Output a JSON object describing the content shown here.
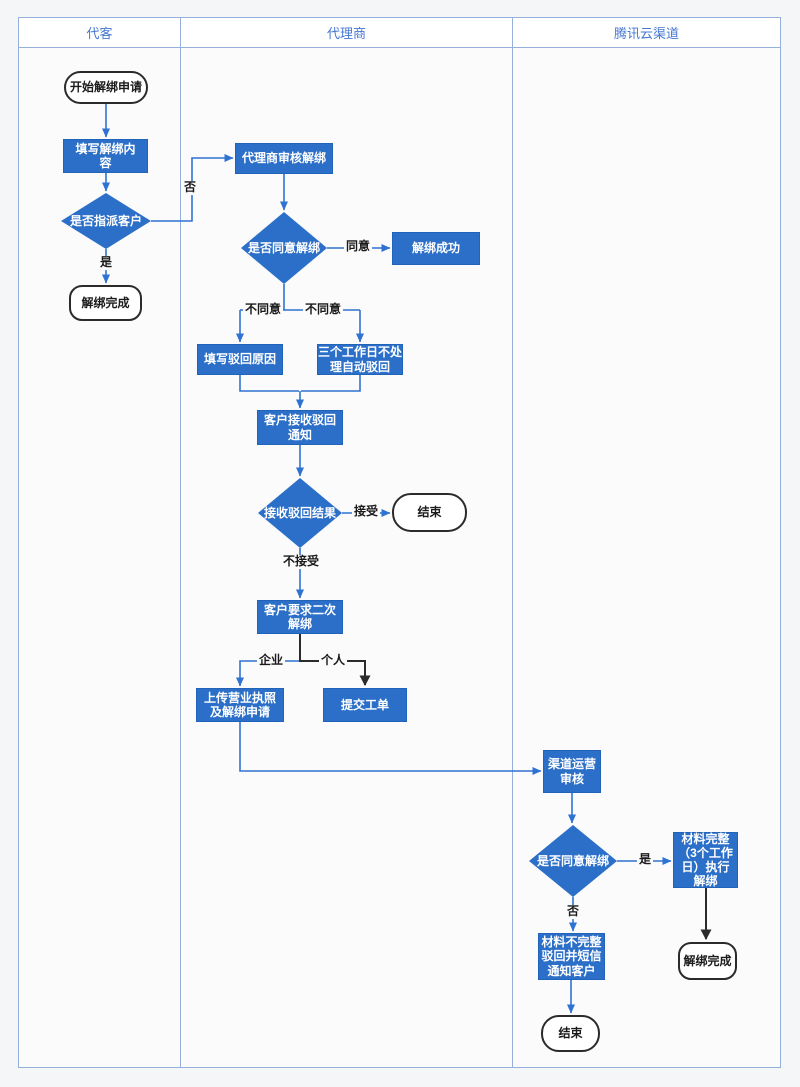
{
  "lanes": [
    {
      "title": "代客"
    },
    {
      "title": "代理商"
    },
    {
      "title": "腾讯云渠道"
    }
  ],
  "nodes": {
    "start": {
      "label": "开始解绑申请",
      "type": "terminator"
    },
    "fill_content": {
      "label": "填写解绑内\n容",
      "type": "process"
    },
    "assign_customer": {
      "label": "是否指派客户",
      "type": "decision"
    },
    "unbind_complete_1": {
      "label": "解绑完成",
      "type": "terminator"
    },
    "agent_review": {
      "label": "代理商审核解绑",
      "type": "process"
    },
    "agree_decision_agent": {
      "label": "是否同意解绑",
      "type": "decision"
    },
    "unbind_success": {
      "label": "解绑成功",
      "type": "process"
    },
    "fill_reject_reason": {
      "label": "填写驳回原因",
      "type": "process"
    },
    "auto_reject": {
      "label": "三个工作日不处\n理自动驳回",
      "type": "process"
    },
    "receive_notice": {
      "label": "客户接收驳回\n通知",
      "type": "process"
    },
    "receive_result": {
      "label": "接收驳回结果",
      "type": "decision"
    },
    "end_agent": {
      "label": "结束",
      "type": "terminator"
    },
    "second_request": {
      "label": "客户要求二次\n解绑",
      "type": "process"
    },
    "upload_license": {
      "label": "上传营业执照\n及解绑申请",
      "type": "process"
    },
    "submit_ticket": {
      "label": "提交工单",
      "type": "process"
    },
    "channel_review": {
      "label": "渠道运营\n审核",
      "type": "process"
    },
    "agree_decision_channel": {
      "label": "是否同意解绑",
      "type": "decision"
    },
    "material_complete": {
      "label": "材料完整\n（3个工作\n日）执行\n解绑",
      "type": "process"
    },
    "unbind_complete_2": {
      "label": "解绑完成",
      "type": "terminator"
    },
    "material_incomplete": {
      "label": "材料不完整\n驳回并短信\n通知客户",
      "type": "process"
    },
    "end_channel": {
      "label": "结束",
      "type": "terminator"
    }
  },
  "edge_labels": {
    "no_assign": "否",
    "yes_assign": "是",
    "agree": "同意",
    "disagree_left": "不同意",
    "disagree_right": "不同意",
    "accept": "接受",
    "not_accept": "不接受",
    "enterprise": "企业",
    "personal": "个人",
    "yes_material": "是",
    "no_material": "否"
  },
  "colors": {
    "page_bg": "#f5f6f7",
    "canvas_bg": "#fbfbfc",
    "lane_border": "#96b0dc",
    "header_text": "#4577d0",
    "node_fill": "#2b6fc8",
    "node_border": "#2263ba",
    "connector_blue": "#2f73d2",
    "connector_dark": "#2b2b2b",
    "terminator_border": "#2b2b2b"
  }
}
